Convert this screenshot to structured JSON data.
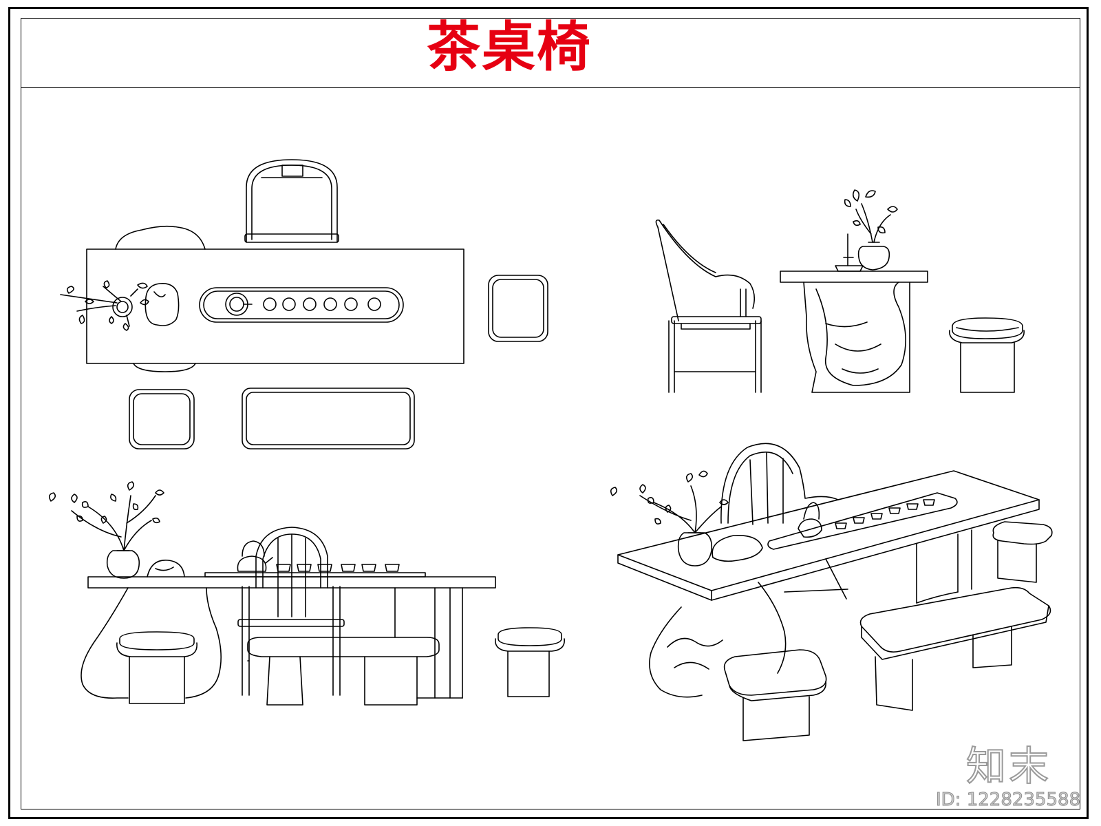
{
  "title": "茶桌椅",
  "watermark": {
    "brand": "知末",
    "id_label": "ID: 1228235588"
  },
  "colors": {
    "title": "#e60012",
    "line": "#000000",
    "background": "#ffffff"
  }
}
